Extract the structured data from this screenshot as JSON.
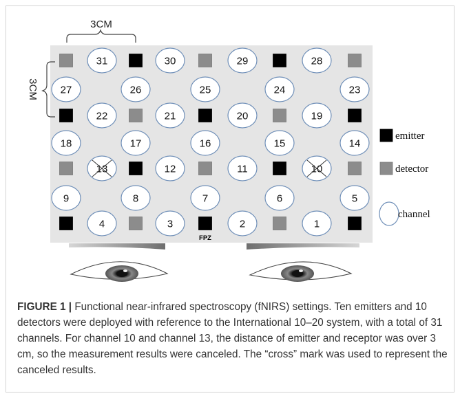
{
  "figure": {
    "scale_label": "3CM",
    "scale_label_vertical": "3CM",
    "reference_label": "FPZ",
    "channels": [
      {
        "n": "31",
        "canceled": false
      },
      {
        "n": "30",
        "canceled": false
      },
      {
        "n": "29",
        "canceled": false
      },
      {
        "n": "28",
        "canceled": false
      },
      {
        "n": "27",
        "canceled": false
      },
      {
        "n": "26",
        "canceled": false
      },
      {
        "n": "25",
        "canceled": false
      },
      {
        "n": "24",
        "canceled": false
      },
      {
        "n": "23",
        "canceled": false
      },
      {
        "n": "22",
        "canceled": false
      },
      {
        "n": "21",
        "canceled": false
      },
      {
        "n": "20",
        "canceled": false
      },
      {
        "n": "19",
        "canceled": false
      },
      {
        "n": "18",
        "canceled": false
      },
      {
        "n": "17",
        "canceled": false
      },
      {
        "n": "16",
        "canceled": false
      },
      {
        "n": "15",
        "canceled": false
      },
      {
        "n": "14",
        "canceled": false
      },
      {
        "n": "13",
        "canceled": true
      },
      {
        "n": "12",
        "canceled": false
      },
      {
        "n": "11",
        "canceled": false
      },
      {
        "n": "10",
        "canceled": true
      },
      {
        "n": "9",
        "canceled": false
      },
      {
        "n": "8",
        "canceled": false
      },
      {
        "n": "7",
        "canceled": false
      },
      {
        "n": "6",
        "canceled": false
      },
      {
        "n": "5",
        "canceled": false
      },
      {
        "n": "4",
        "canceled": false
      },
      {
        "n": "3",
        "canceled": false
      },
      {
        "n": "2",
        "canceled": false
      },
      {
        "n": "1",
        "canceled": false
      }
    ],
    "probes": [
      "detector",
      "emitter",
      "detector",
      "emitter",
      "detector",
      "emitter",
      "detector",
      "emitter",
      "detector",
      "emitter",
      "detector",
      "emitter",
      "detector",
      "emitter",
      "detector",
      "emitter",
      "detector",
      "emitter",
      "detector",
      "emitter"
    ],
    "legend": [
      {
        "kind": "emitter",
        "label": "emitter"
      },
      {
        "kind": "detector",
        "label": "detector"
      },
      {
        "kind": "channel",
        "label": "channel"
      }
    ],
    "colors": {
      "grid_background": "#e5e5e5",
      "emitter": "#000000",
      "detector": "#8c8c8c",
      "channel_stroke": "#6f8fb8"
    }
  },
  "caption": {
    "label": "FIGURE 1",
    "separator": "|",
    "text": " Functional near-infrared spectroscopy (fNIRS) settings. Ten emitters and 10 detectors were deployed with reference to the International 10–20 system, with a total of 31 channels. For channel 10 and channel 13, the distance of emitter and receptor was over 3 cm, so the measurement results were canceled. The “cross” mark was used to represent the canceled results."
  }
}
